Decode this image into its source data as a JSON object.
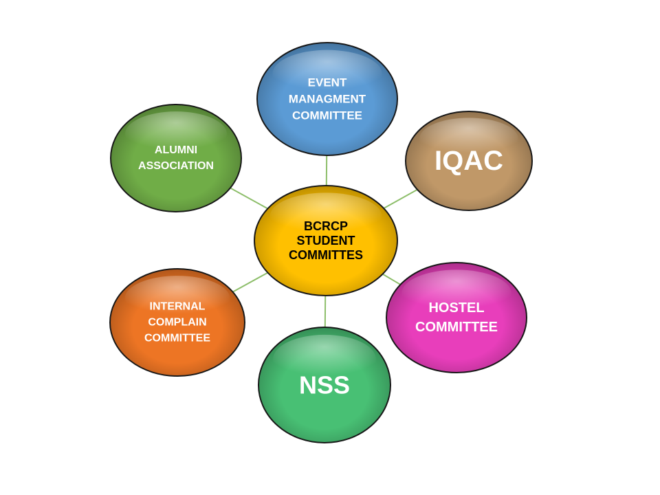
{
  "center": {
    "lines": [
      "BCRCP",
      "STUDENT",
      "COMMITTES"
    ],
    "color": "#FFC000"
  },
  "nodes": [
    {
      "id": "event-managment-committee",
      "lines": [
        "EVENT",
        "MANAGMENT",
        "COMMITTEE"
      ],
      "color": "#5B9BD5"
    },
    {
      "id": "iqac",
      "lines": [
        "IQAC"
      ],
      "color": "#C09868"
    },
    {
      "id": "hostel-committee",
      "lines": [
        "HOSTEL",
        "COMMITTEE"
      ],
      "color": "#E83EBB"
    },
    {
      "id": "nss",
      "lines": [
        "NSS"
      ],
      "color": "#48C074"
    },
    {
      "id": "internal-complain-committee",
      "lines": [
        "INTERNAL",
        "COMPLAIN",
        "COMMITTEE"
      ],
      "color": "#ED7524"
    },
    {
      "id": "alumni-association",
      "lines": [
        "ALUMNI",
        "ASSOCIATION"
      ],
      "color": "#70AD47"
    }
  ],
  "connector_color": "#8DBE6A"
}
